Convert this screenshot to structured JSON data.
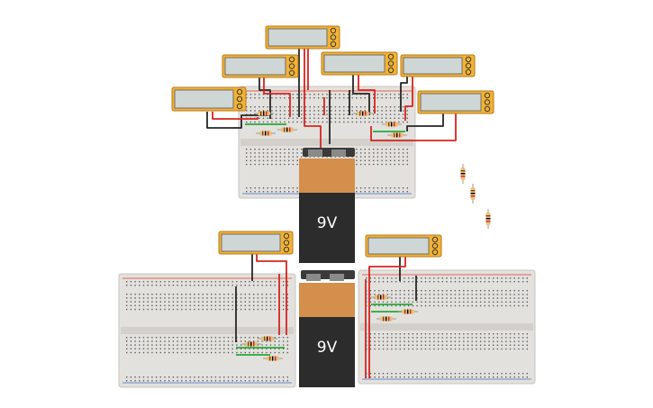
{
  "canvas": {
    "background": "#ffffff"
  },
  "colors": {
    "board": "#e3e1dd",
    "board_center": "#d3d0cb",
    "hole": "#5d5d5d",
    "rail_red": "#e63a2e",
    "rail_blue": "#3b6cc7",
    "meter_body": "#f2b233",
    "meter_border": "#b8781a",
    "meter_screen": "#cfd6d6",
    "wire_red": "#d62420",
    "wire_black": "#262626",
    "wire_green": "#27a83a",
    "battery_top": "#d38f4b",
    "battery_bottom": "#2c2c2c",
    "battery_cap": "#3a3a3a",
    "battery_label": "#ffffff",
    "resistor_body": "#e7c07c"
  },
  "batteries": [
    {
      "id": "battery-1",
      "label": "9V"
    },
    {
      "id": "battery-2",
      "label": "9V"
    }
  ],
  "multimeters": [
    {
      "id": "meter-top-center",
      "icons": [
        "dial-icon",
        "probe-jack-icon",
        "probe-jack-icon"
      ]
    },
    {
      "id": "meter-upper-left",
      "icons": [
        "dial-icon",
        "probe-jack-icon",
        "probe-jack-icon"
      ]
    },
    {
      "id": "meter-upper-middle",
      "icons": [
        "dial-icon",
        "probe-jack-icon",
        "probe-jack-icon"
      ]
    },
    {
      "id": "meter-upper-right",
      "icons": [
        "dial-icon",
        "probe-jack-icon",
        "probe-jack-icon"
      ]
    },
    {
      "id": "meter-left",
      "icons": [
        "dial-icon",
        "probe-jack-icon",
        "probe-jack-icon"
      ]
    },
    {
      "id": "meter-right",
      "icons": [
        "dial-icon",
        "probe-jack-icon",
        "probe-jack-icon"
      ]
    },
    {
      "id": "meter-lower-left",
      "icons": [
        "dial-icon",
        "probe-jack-icon",
        "probe-jack-icon"
      ]
    },
    {
      "id": "meter-lower-right",
      "icons": [
        "dial-icon",
        "probe-jack-icon",
        "probe-jack-icon"
      ]
    }
  ],
  "breadboards": [
    {
      "id": "breadboard-top"
    },
    {
      "id": "breadboard-bottom-left"
    },
    {
      "id": "breadboard-bottom-right"
    }
  ],
  "loose_resistors": 3
}
